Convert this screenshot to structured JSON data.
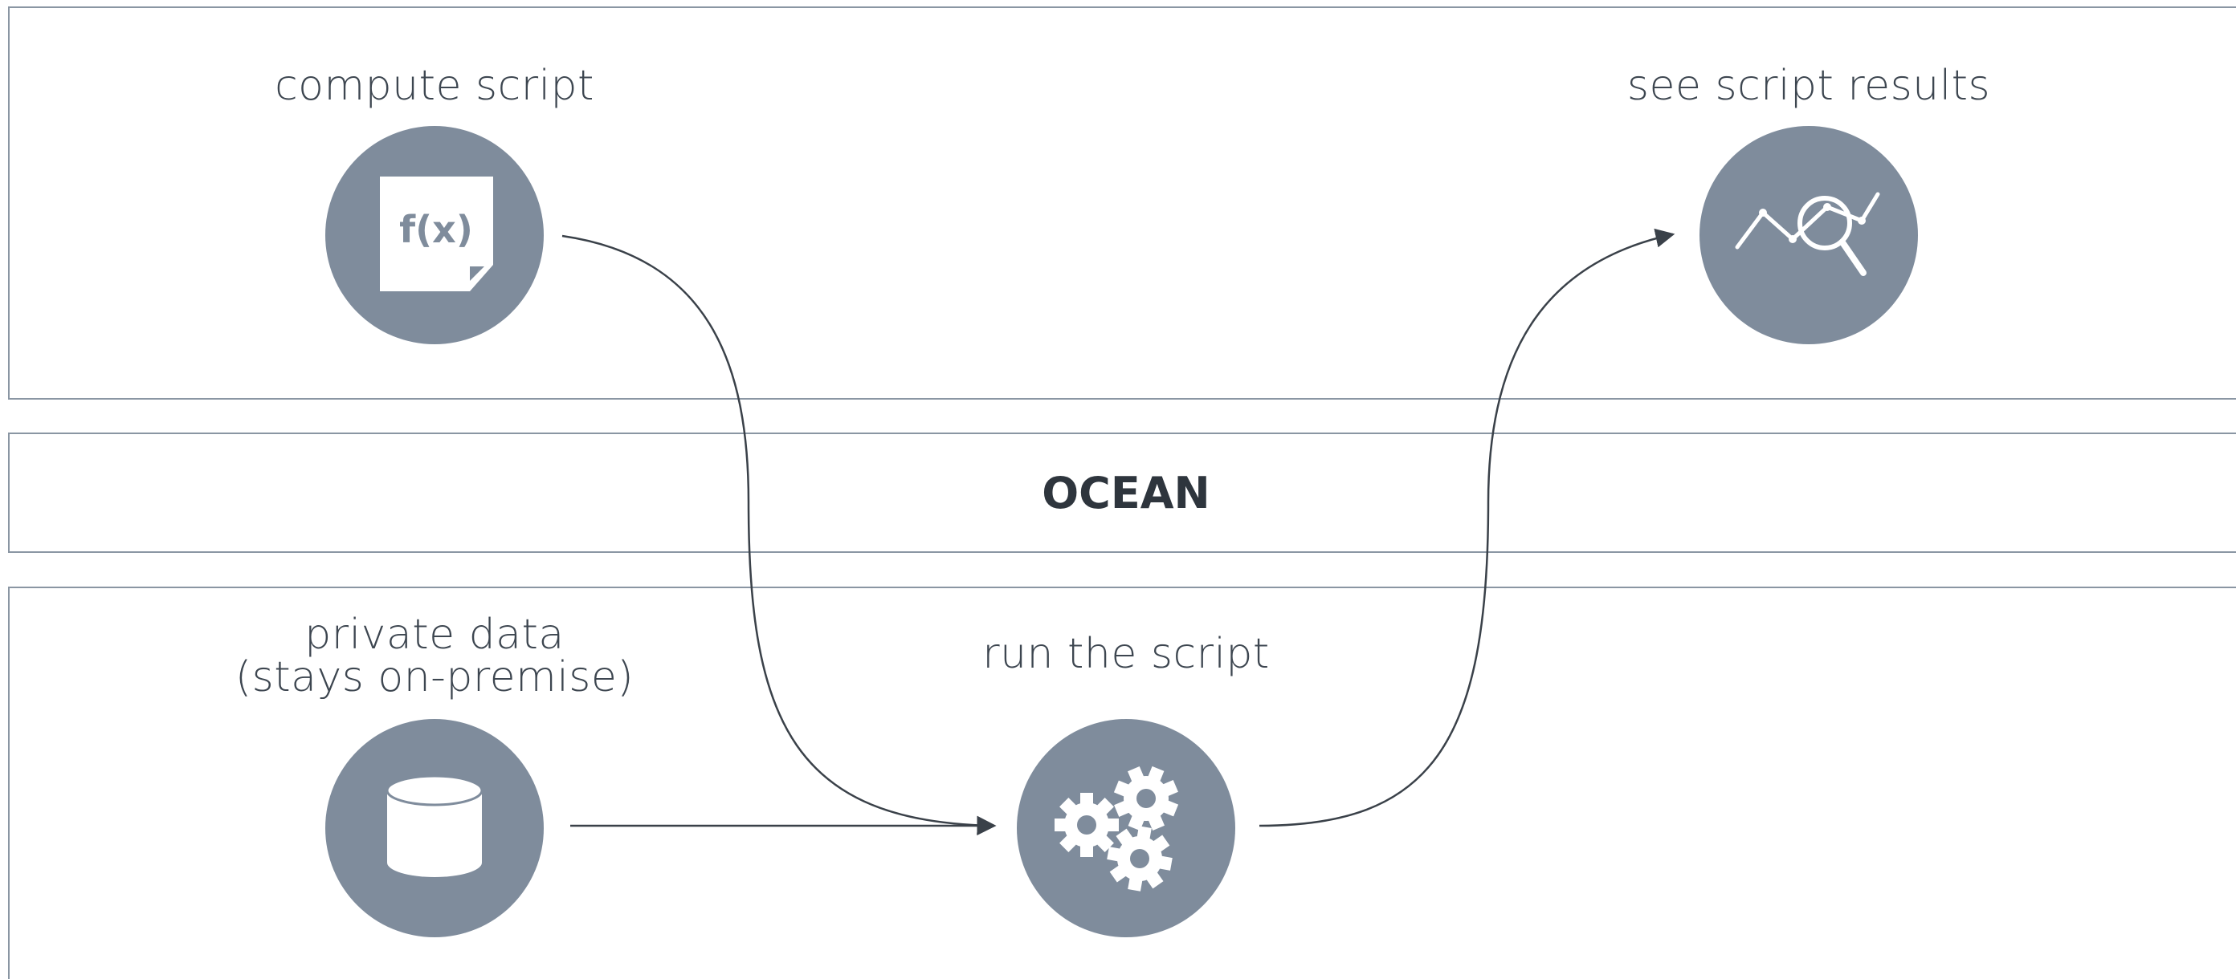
{
  "bands": {
    "ocean_label": "OCEAN"
  },
  "nodes": {
    "compute_script": {
      "label": "compute script",
      "icon_text": "f(x)",
      "icon": "function-document-icon"
    },
    "script_results": {
      "label": "see script results",
      "icon": "chart-magnifier-icon"
    },
    "private_data": {
      "label_line1": "private data",
      "label_line2": "(stays on-premise)",
      "icon": "database-icon"
    },
    "run_script": {
      "label": "run the script",
      "icon": "gears-icon"
    }
  },
  "colors": {
    "node_fill": "#7f8c9c",
    "band_border": "#8a96a3",
    "arrow": "#3a4149",
    "text": "#3d4650"
  }
}
